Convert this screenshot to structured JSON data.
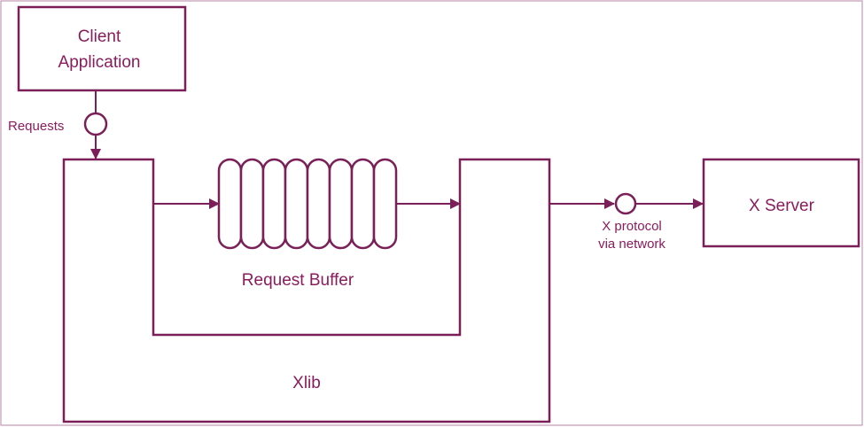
{
  "colors": {
    "stroke": "#7a1f57",
    "border": "#b784a7",
    "text": "#8a1c5c",
    "background": "#ffffff"
  },
  "client": {
    "line1": "Client",
    "line2": "Application"
  },
  "requests_label": "Requests",
  "buffer_label": "Request Buffer",
  "xlib_label": "Xlib",
  "protocol": {
    "line1": "X protocol",
    "line2": "via network"
  },
  "server_label": "X Server"
}
